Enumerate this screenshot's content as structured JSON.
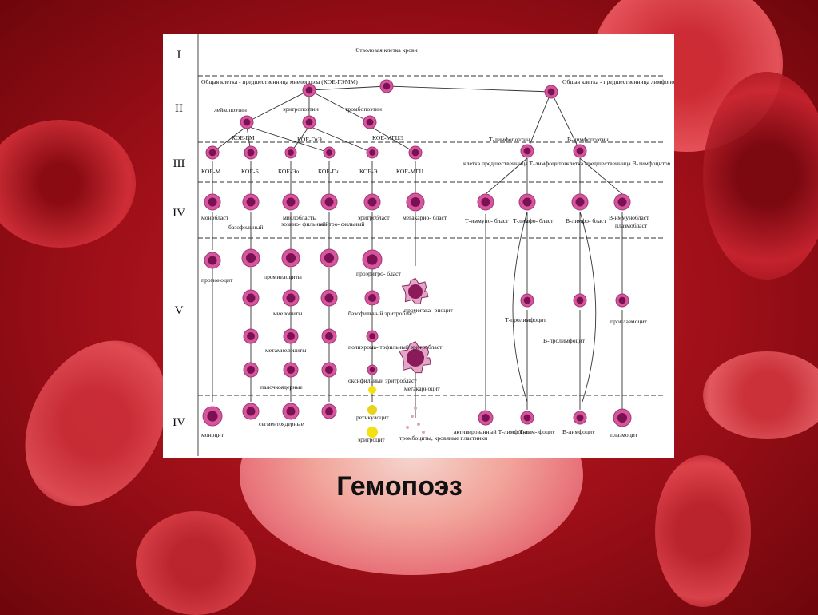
{
  "slide_title": "Гемопоэз",
  "colors": {
    "cell_fill": "#d6559e",
    "cell_nucleus": "#7a1150",
    "background": "#b3141d"
  },
  "classes": [
    "I",
    "II",
    "III",
    "IV",
    "V",
    "IV"
  ],
  "labels": {
    "stem": "Стволовая клетка крови",
    "myelo_precursor": "Общая клетка - предшественница миелопоэза (КОЕ-ГЭММ)",
    "lympho_precursor": "Общая клетка - предшественница лимфопоэза ?",
    "leukopoietins": "лейкопоэтин",
    "erythropoietins": "эритропоэтин",
    "thrombopoietins": "тромбопоэтин",
    "t_lymphopoietins": "Т-лимфопоэтин",
    "b_lymphopoietins": "В-лимфопоэтин",
    "koe_gm": "КОЕ-ГМ",
    "koe_gie": "КОЕ-ГиЭ",
    "koe_mgce": "КОЕ-МГЦЭ",
    "koe_m": "КОЕ-М",
    "koe_b": "КОЕ-Б",
    "koe_eo": "КОЕ-Эо",
    "koe_gn": "КОЕ-Гн",
    "koe_e": "КОЕ-Э",
    "koe_mgc": "КОЕ-МГЦ",
    "t_precursor": "клетка предшественница Т-лимфоцитов",
    "b_precursor": "клетка предшественница В-лимфоцитов",
    "monoblast": "монобласт",
    "myeloblasts": "миелобласты",
    "basophilic": "базофильный",
    "eosinophilic": "эозино- фильный",
    "neutrophilic": "нейтро- фильный",
    "erythroblast": "эритробласт",
    "megakaryoblast": "мегакарио- бласт",
    "t_immunoblast": "Т-иммуно- бласт",
    "t_lymphoblast": "Т-лимфо- бласт",
    "b_lymphoblast": "В-лимфо- бласт",
    "b_immunoblast": "В-иммунобласт",
    "plasmoblast": "плазмобласт",
    "promonocyte": "промоноцит",
    "promyelocytes": "промиелоциты",
    "proerythroblast": "проэритро- бласт",
    "promegakaryocyte": "промегака- рноцит",
    "myelocytes": "миелоциты",
    "basophilic_erythroblast": "базофильный эритробласт",
    "metamyelocytes": "метамиелоциты",
    "polychromatophilic": "полихрома- тофильный эритробласт",
    "megakaryocyte": "мегакарноцит",
    "band": "палочкоядерные",
    "oxyphilic": "оксифильный эритробласт",
    "t_prolymphocyte": "Т-пролимфоцит",
    "b_prolymphocyte": "В-пролимфоцит",
    "proplasmocyte": "проплазмоцит",
    "reticulocyte": "ретикулоцит",
    "monocyte": "моноцит",
    "segmented": "сегментоядерные",
    "erythrocyte": "эритроцит",
    "platelets": "тромбоциты, кровяные пластинки",
    "activated_t": "активированный Т-лимфоцит",
    "t_lymphocyte": "Т-лим- фоцит",
    "b_lymphocyte": "В-лимфоцит",
    "plasmocyte": "плазмоцит"
  }
}
